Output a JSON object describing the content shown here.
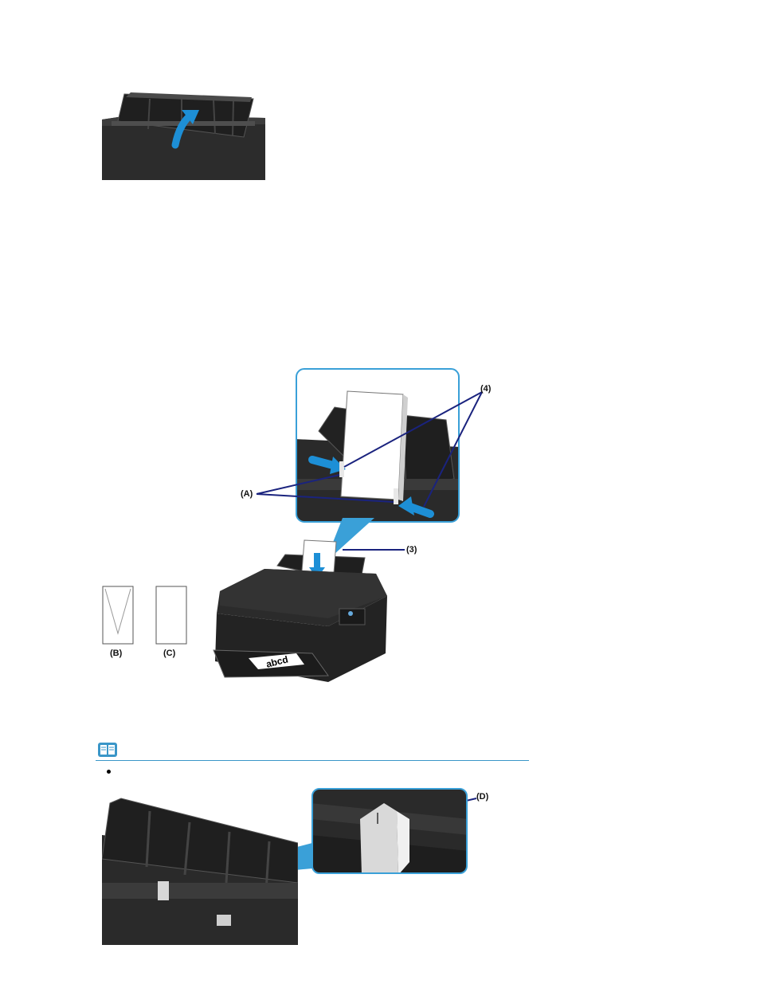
{
  "figures": {
    "paper_support": {
      "icons": [
        "printer-rear-tray",
        "lift-arrow-icon"
      ]
    },
    "loading": {
      "labels": {
        "a": "(A)",
        "three": "(3)",
        "four": "(4)",
        "b": "(B)",
        "c": "(C)"
      },
      "print_sample_text": "abcd",
      "colors": {
        "arrow_blue": "#1d8fd6",
        "callout_border": "#3aa0d8",
        "leader_line": "#1a237e"
      }
    },
    "guide_detail": {
      "labels": {
        "d": "(D)"
      }
    }
  },
  "note": {
    "icon": "note-book-icon",
    "bullet_icon": "bullet-icon",
    "rule_color": "#3a96c8"
  }
}
